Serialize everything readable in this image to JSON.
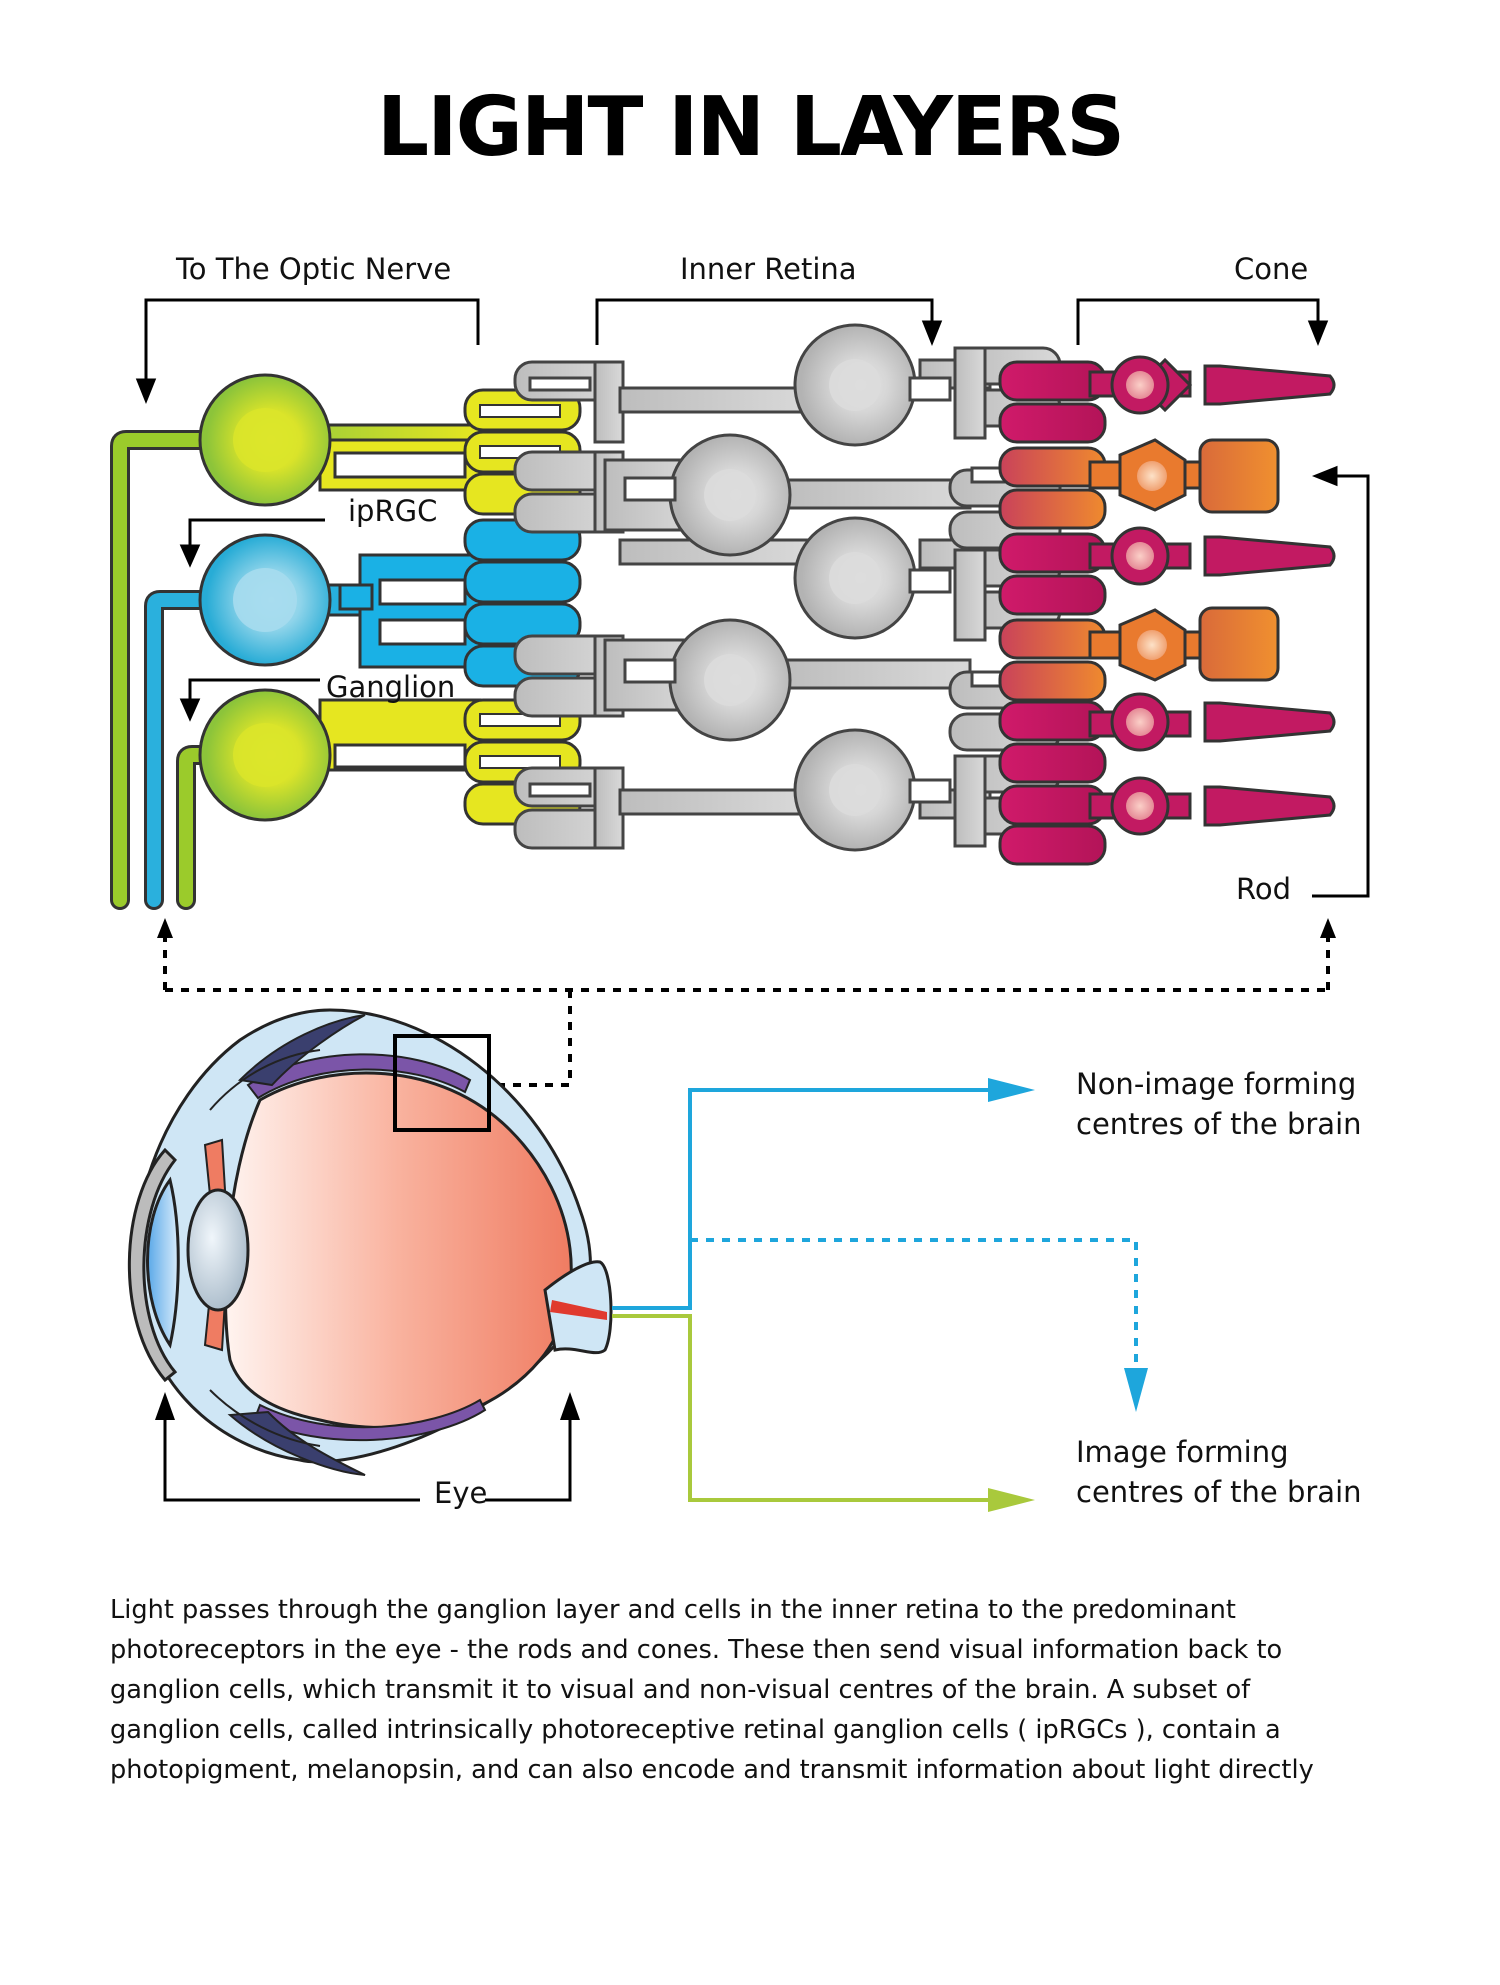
{
  "title": "LIGHT IN LAYERS",
  "labels": {
    "optic_nerve": "To The Optic Nerve",
    "inner_retina": "Inner Retina",
    "cone": "Cone",
    "iprgc": "ipRGC",
    "ganglion": "Ganglion",
    "rod": "Rod",
    "eye": "Eye",
    "non_image_1": "Non-image forming",
    "non_image_2": "centres of the brain",
    "image_1": "Image forming",
    "image_2": "centres of the brain"
  },
  "caption": [
    "Light passes through the ganglion layer and cells in the inner retina to the predominant",
    "photoreceptors in the eye - the rods and cones. These then send visual information back to",
    "ganglion cells, which transmit it to visual and non-visual centres of the brain. A subset of",
    "ganglion cells, called intrinsically photoreceptive retinal ganglion cells ( ipRGCs ), contain a",
    "photopigment, melanopsin, and can also encode and transmit information about light directly"
  ],
  "colors": {
    "ganglion_green": "#9bcb2b",
    "ganglion_yellow": "#e5e621",
    "iprgc_blue": "#1ab1e5",
    "inner_gray": "#c9c9c9",
    "cone_magenta": "#c21a62",
    "rod_orange": "#e97a2e",
    "eye_red": "#ef7c62"
  },
  "photoreceptors": [
    "cone",
    "rod",
    "cone",
    "rod",
    "cone",
    "cone"
  ]
}
